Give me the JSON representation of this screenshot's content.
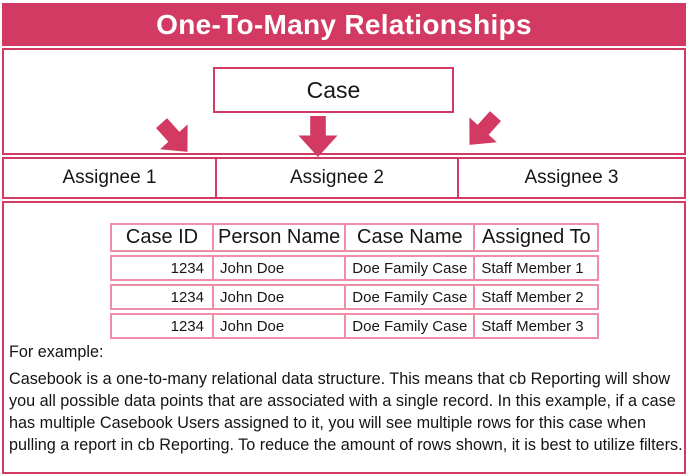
{
  "colors": {
    "primary": "#d23a63",
    "table_border": "#f08da9",
    "text": "#1b1b1b"
  },
  "header": {
    "title": "One-To-Many Relationships"
  },
  "diagram": {
    "parent_label": "Case",
    "arrows": [
      "arrow-down-left",
      "arrow-down",
      "arrow-down-right"
    ],
    "children": {
      "assignee1": "Assignee 1",
      "assignee2": "Assignee 2",
      "assignee3": "Assignee 3"
    }
  },
  "table": {
    "headers": [
      "Case ID",
      "Person Name",
      "Case Name",
      "Assigned To"
    ],
    "rows": [
      [
        "1234",
        "John Doe",
        "Doe Family Case",
        "Staff Member 1"
      ],
      [
        "1234",
        "John Doe",
        "Doe Family Case",
        "Staff Member 2"
      ],
      [
        "1234",
        "John Doe",
        "Doe Family Case",
        "Staff Member 3"
      ]
    ]
  },
  "note": {
    "intro": "For example:",
    "body": "Casebook is a one-to-many relational data structure. This means that cb Reporting will show you all possible data points that are associated with a single record. In this example, if a case has multiple Casebook Users assigned to it, you will see multiple rows for this case when pulling a report in cb Reporting. To reduce the amount of rows shown, it is best to utilize filters."
  }
}
